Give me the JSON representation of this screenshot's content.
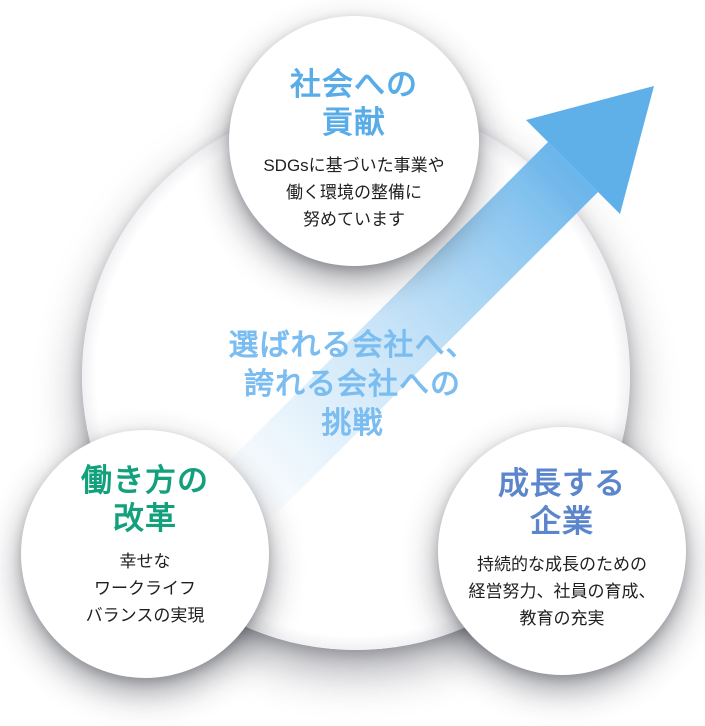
{
  "diagram": {
    "center_message": {
      "lines": [
        "選ばれる会社へ、",
        "誇れる会社への",
        "挑戦"
      ],
      "color": "#7bbdf0"
    },
    "nodes": {
      "social": {
        "title_lines": [
          "社会への",
          "貢献"
        ],
        "title_color": "#58ade9",
        "body_lines": [
          "SDGsに基づいた事業や",
          "働く環境の整備に",
          "努めています"
        ]
      },
      "workstyle": {
        "title_lines": [
          "働き方の",
          "改革"
        ],
        "title_color": "#12a17c",
        "body_lines": [
          "幸せな",
          "ワークライフ",
          "バランスの実現"
        ]
      },
      "growth": {
        "title_lines": [
          "成長する",
          "企業"
        ],
        "title_color": "#5c86cb",
        "body_lines": [
          "持続的な成長のための",
          "経営努力、社員の育成、",
          "教育の充実"
        ]
      }
    },
    "arrow": {
      "color": "#5fafe9",
      "direction": "up-right"
    },
    "body_text_color": "#1f1f1f"
  }
}
